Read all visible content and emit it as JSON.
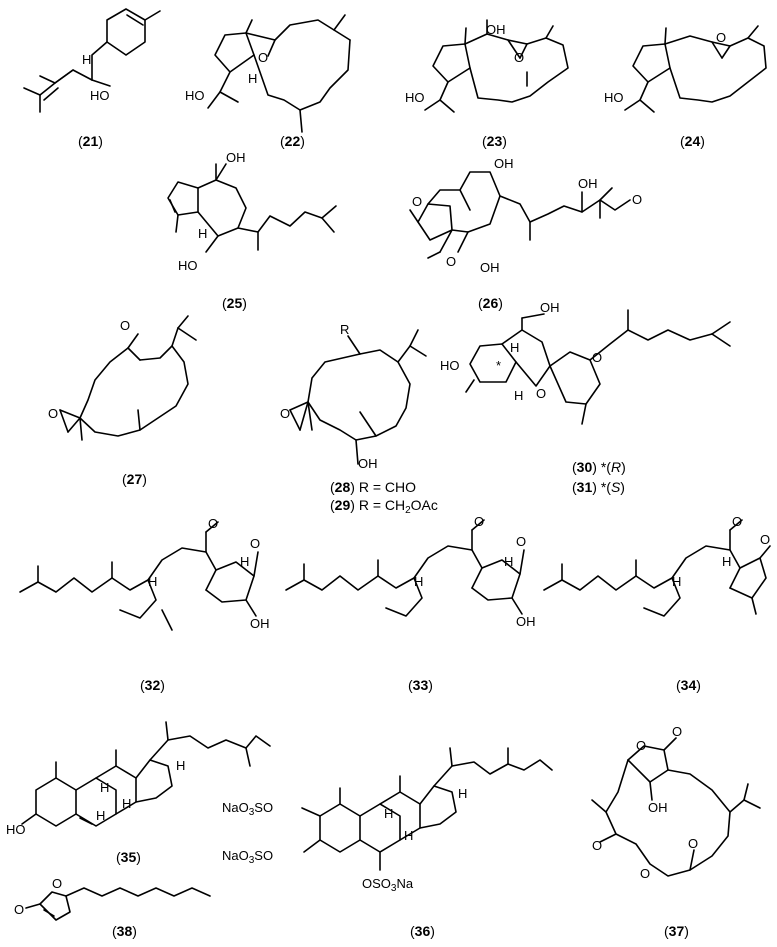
{
  "compounds": [
    {
      "id": "21",
      "caption": "21"
    },
    {
      "id": "22",
      "caption": "22"
    },
    {
      "id": "23",
      "caption": "23"
    },
    {
      "id": "24",
      "caption": "24"
    },
    {
      "id": "25",
      "caption": "25"
    },
    {
      "id": "26",
      "caption": "26"
    },
    {
      "id": "27",
      "caption": "27"
    },
    {
      "id": "28",
      "caption": "28",
      "note": "R = CHO"
    },
    {
      "id": "29",
      "caption": "29",
      "note_pre": "R = CH",
      "note_sub": "2",
      "note_post": "OAc"
    },
    {
      "id": "30",
      "caption": "30",
      "note_pre": "*(",
      "note_it": "R",
      "note_post": ")"
    },
    {
      "id": "31",
      "caption": "31",
      "note_pre": "*(",
      "note_it": "S",
      "note_post": ")"
    },
    {
      "id": "32",
      "caption": "32"
    },
    {
      "id": "33",
      "caption": "33"
    },
    {
      "id": "34",
      "caption": "34"
    },
    {
      "id": "35",
      "caption": "35"
    },
    {
      "id": "36",
      "caption": "36"
    },
    {
      "id": "37",
      "caption": "37"
    },
    {
      "id": "38",
      "caption": "38"
    }
  ],
  "atom_labels": {
    "h": "H",
    "ho": "HO",
    "oh": "OH",
    "o": "O",
    "r": "R",
    "star": "*",
    "naso3o": "NaO3SO",
    "oso3na": "OSO3Na"
  }
}
